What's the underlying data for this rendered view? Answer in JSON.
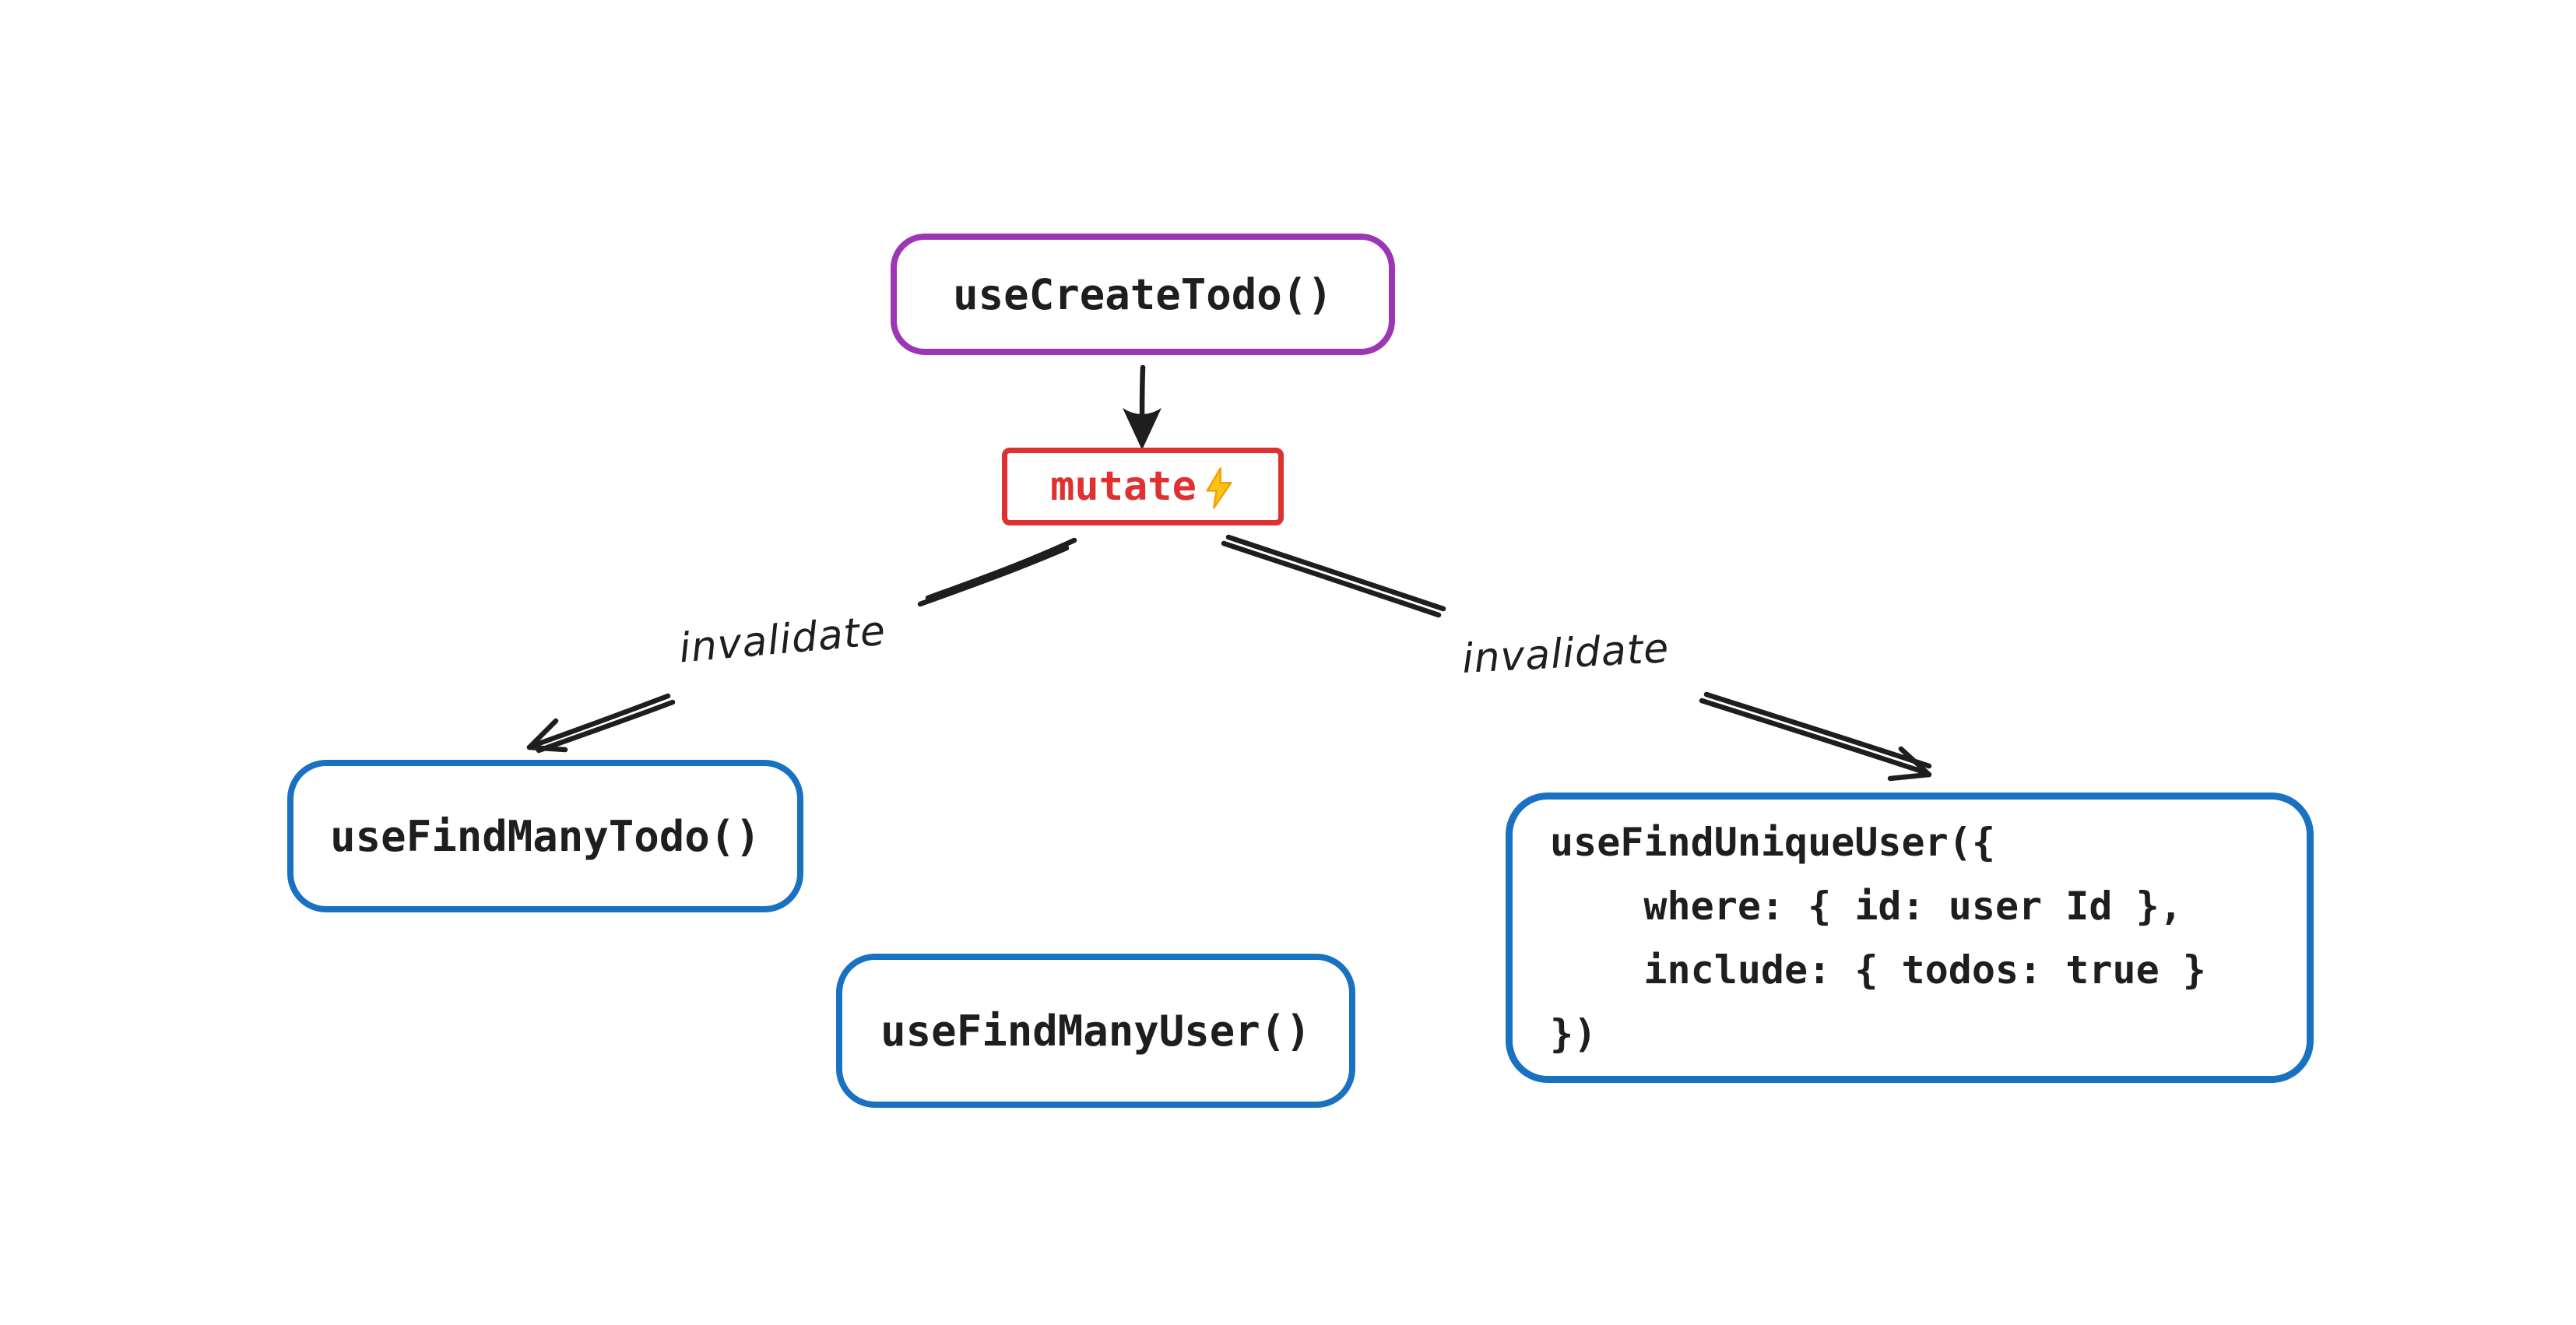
{
  "colors": {
    "background": "#ffffff",
    "text": "#1e1e1e",
    "arrow": "#1e1e1e",
    "purple_border": "#9c36b5",
    "red_border": "#e03131",
    "red_text": "#e03131",
    "blue_border": "#1971c2",
    "lightning_fill": "#fcc419"
  },
  "nodes": {
    "create_todo": {
      "label": "useCreateTodo()"
    },
    "mutate": {
      "label": "mutate",
      "icon": "lightning-bolt-icon"
    },
    "find_many_todo": {
      "label": "useFindManyTodo()"
    },
    "find_many_user": {
      "label": "useFindManyUser()"
    },
    "find_unique_user": {
      "lines": [
        "useFindUniqueUser({",
        "    where: { id: user Id },",
        "    include: { todos: true }",
        "})"
      ]
    }
  },
  "edges": {
    "mutate_to_find_many_todo": {
      "label": "invalidate"
    },
    "mutate_to_find_unique_user": {
      "label": "invalidate"
    }
  }
}
